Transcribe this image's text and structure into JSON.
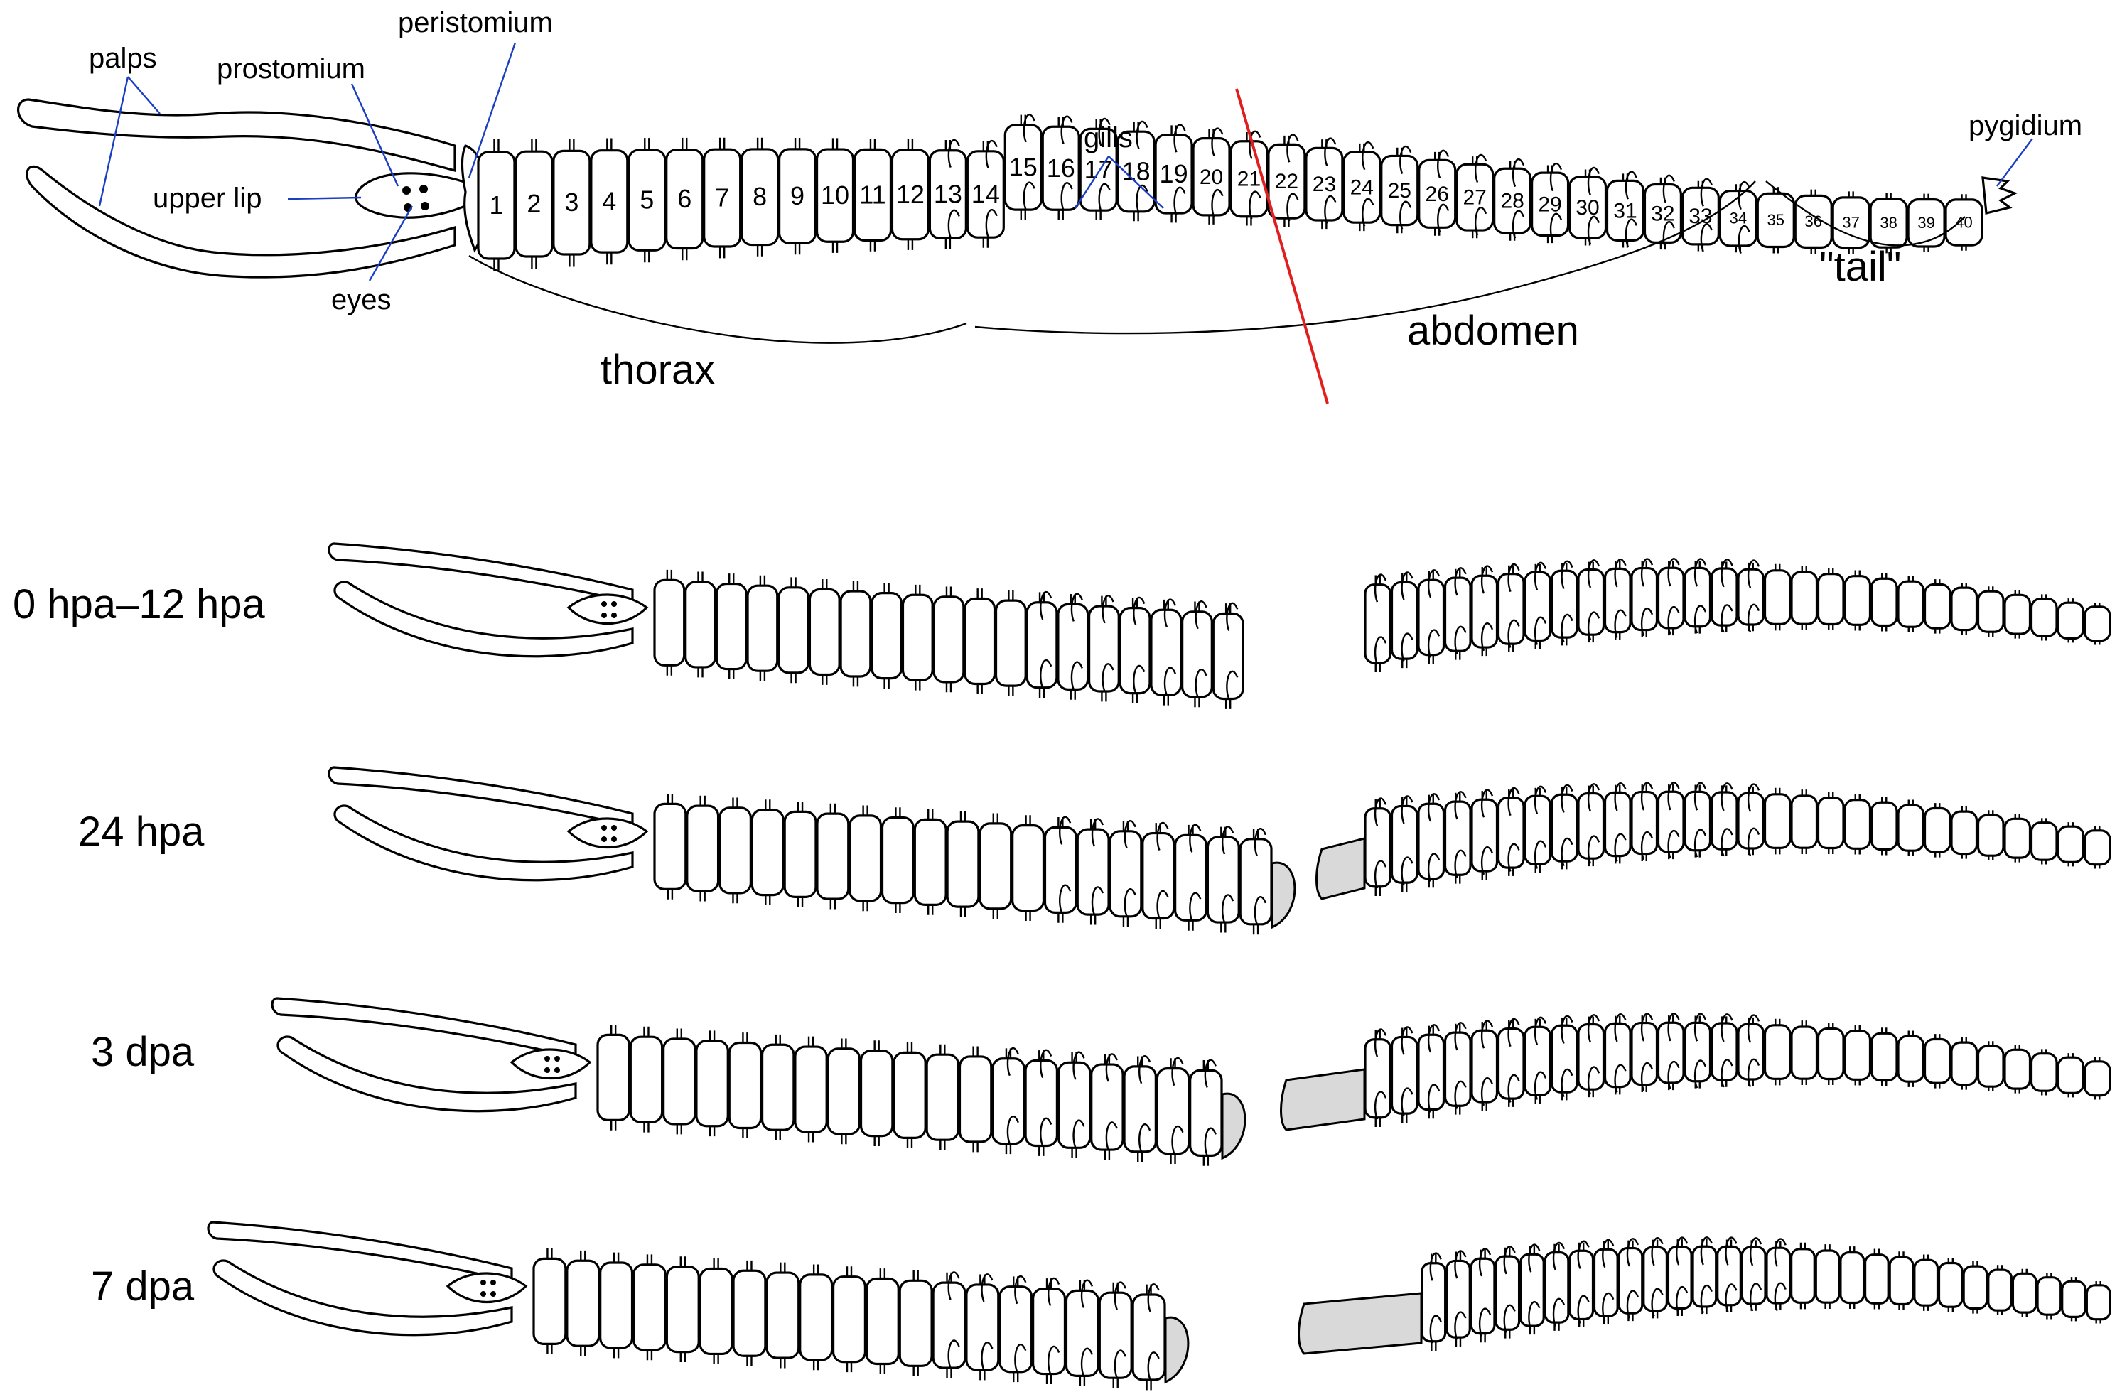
{
  "annotations": {
    "palps": "palps",
    "prostomium": "prostomium",
    "peristomium": "peristomium",
    "upper_lip": "upper lip",
    "eyes": "eyes",
    "gills": "gills",
    "pygidium": "pygidium",
    "thorax": "thorax",
    "abdomen": "abdomen",
    "tail": "\"tail\""
  },
  "segment_numbers": [
    "1",
    "2",
    "3",
    "4",
    "5",
    "6",
    "7",
    "8",
    "9",
    "10",
    "11",
    "12",
    "13",
    "14",
    "15",
    "16",
    "17",
    "18",
    "19",
    "20",
    "21",
    "22",
    "23",
    "24",
    "25",
    "26",
    "27",
    "28",
    "29",
    "30",
    "31",
    "32",
    "33",
    "34",
    "35",
    "36",
    "37",
    "38",
    "39",
    "40"
  ],
  "stages": [
    {
      "label": "0 hpa–12 hpa",
      "regenerate": "none"
    },
    {
      "label": "24 hpa",
      "regenerate": "wound cap"
    },
    {
      "label": "3 dpa",
      "regenerate": "early blastema"
    },
    {
      "label": "7 dpa",
      "regenerate": "regenerating tip"
    }
  ],
  "colors": {
    "outline": "#000000",
    "leader_lines": "#1a3fc2",
    "amputation_line": "#e01e1e",
    "regenerating_tissue": "#d9d9d9"
  }
}
